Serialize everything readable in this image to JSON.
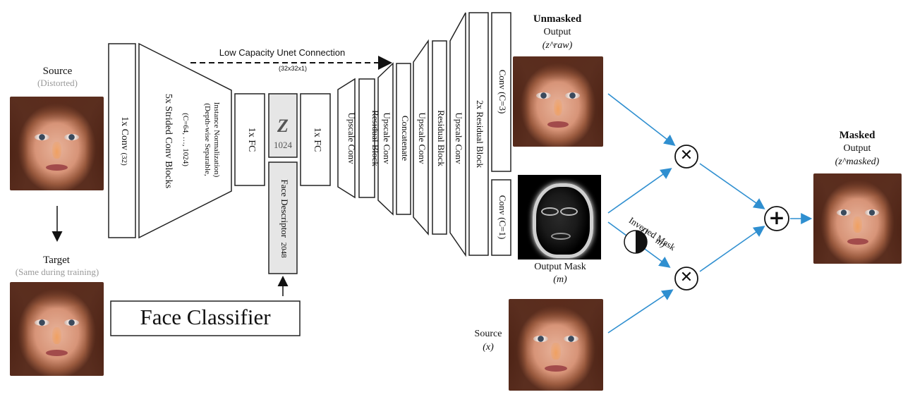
{
  "source_left": {
    "title": "Source",
    "subtitle": "(Distorted)"
  },
  "target_left": {
    "title": "Target",
    "subtitle": "(Same during training)"
  },
  "face_classifier": "Face Classifier",
  "face_descriptor": {
    "label": "Face Descriptor",
    "size": "2048"
  },
  "layers": {
    "conv1": {
      "label": "1x Conv",
      "size": "(32)"
    },
    "strided": {
      "label": "5x Strided Conv Blocks",
      "size": "(C=64, …, 1024)",
      "note1": "(Depth-wise Separable,",
      "note2": "Instance Normalization)"
    },
    "fc1": "1x FC",
    "z": {
      "symbol": "Z",
      "size": "1024"
    },
    "fc2": "1x FC",
    "upscale1": "Upscale Conv",
    "residual1": "Residual Block",
    "upscale2": "Upscale Conv",
    "concat": "Concatenate",
    "upscale3": "Upscale Conv",
    "residual2": "Residual Block",
    "upscale4": "Upscale Conv",
    "residual3": "2x Residual Block",
    "conv_c3": "Conv (C=3)",
    "conv_c1": "Conv (C=1)"
  },
  "unet": {
    "label": "Low Capacity Unet Connection",
    "size": "(32x32x1)"
  },
  "unmasked": {
    "title": "Unmasked",
    "sub": "Output",
    "sym": "(z^raw)"
  },
  "output_mask": {
    "title": "Output Mask",
    "sym": "(m)"
  },
  "inverted_mask": {
    "title": "Inverted Mask",
    "sym": "(1 − m)"
  },
  "source_right": {
    "title": "Source",
    "sym": "(x)"
  },
  "masked": {
    "title": "Masked",
    "sub": "Output",
    "sym": "(z^masked)"
  },
  "ops": {
    "multiply": "✕",
    "add": "+"
  },
  "colors": {
    "arrow_blue": "#2f8fd0",
    "box_gray": "#e6e6e6",
    "stroke": "#222222"
  }
}
